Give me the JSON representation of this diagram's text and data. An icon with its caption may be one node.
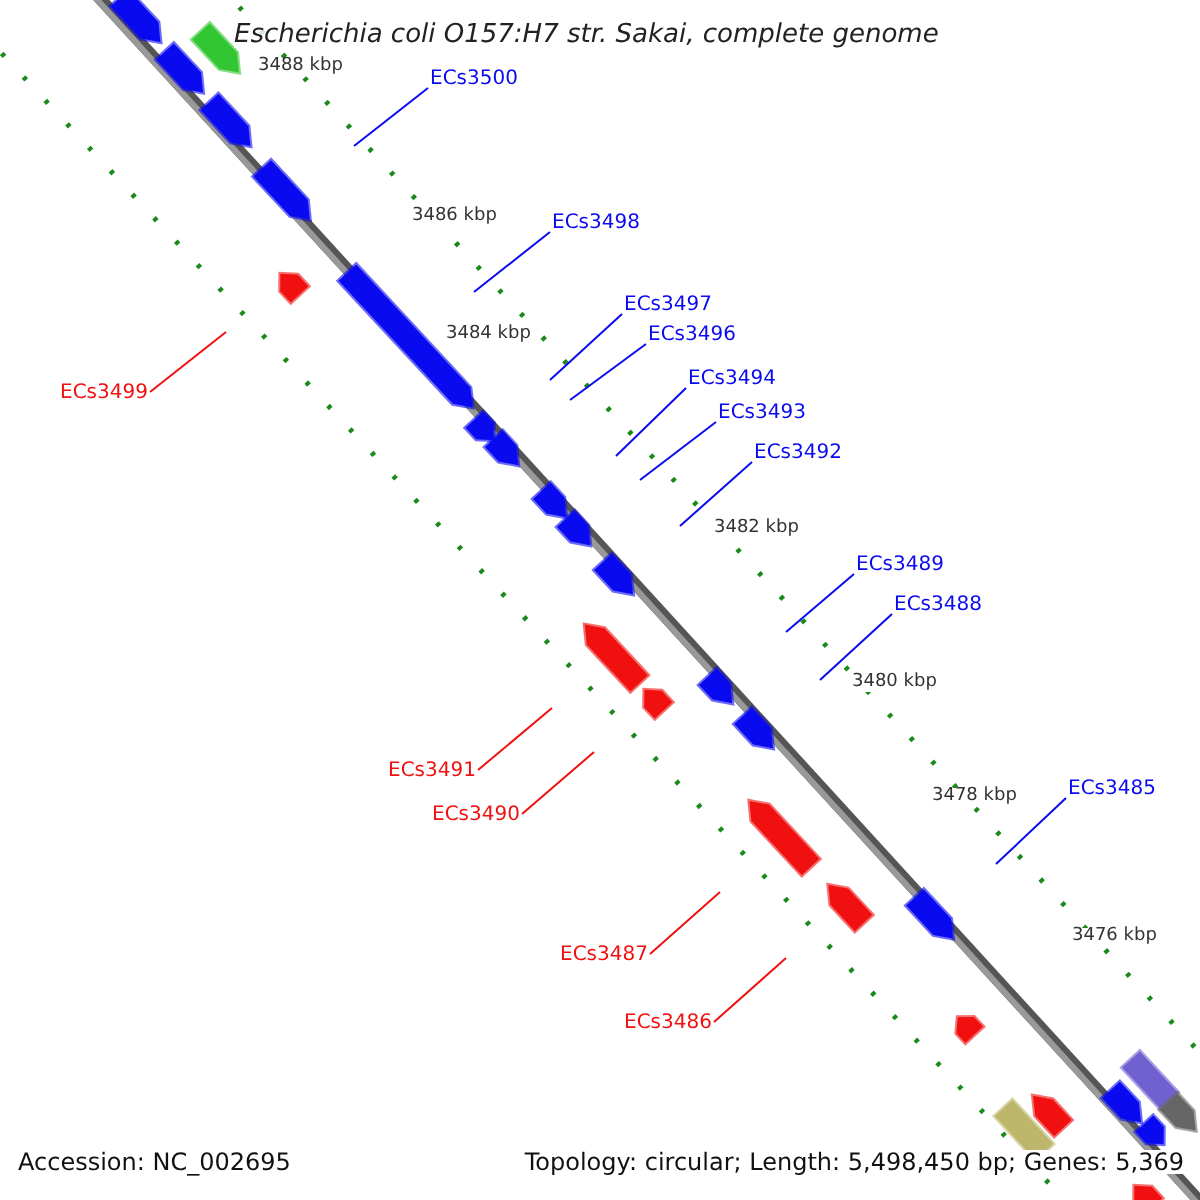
{
  "diagram": {
    "title": "Escherichia coli O157:H7 str. Sakai, complete genome",
    "nodes": [
      {
        "text": [
          "ECs3500"
        ]
      },
      {
        "text": [
          "ECs3498"
        ]
      },
      {
        "text": [
          "ECs3497"
        ]
      },
      {
        "text": [
          "ECs3496"
        ]
      },
      {
        "text": [
          "ECs3494"
        ]
      },
      {
        "text": [
          "ECs3499"
        ]
      },
      {
        "text": [
          "ECs3493"
        ]
      },
      {
        "text": [
          "ECs3492"
        ]
      },
      {
        "text": [
          "ECs3489"
        ]
      },
      {
        "text": [
          "ECs3488"
        ]
      },
      {
        "text": [
          "ECs3491"
        ]
      },
      {
        "text": [
          "ECs3485"
        ]
      },
      {
        "text": [
          "ECs3490"
        ]
      },
      {
        "text": [
          "ECs3487"
        ]
      },
      {
        "text": [
          "ECs3486"
        ]
      }
    ],
    "edges": [
      {
        "from": 0,
        "to": null,
        "arrow": "none"
      },
      {
        "from": 1,
        "to": null,
        "arrow": "none"
      },
      {
        "from": 2,
        "to": null,
        "arrow": "none"
      },
      {
        "from": 3,
        "to": null,
        "arrow": "none"
      },
      {
        "from": 4,
        "to": null,
        "arrow": "none"
      },
      {
        "from": 5,
        "to": null,
        "arrow": "none",
        "color": "#f01010"
      },
      {
        "from": 6,
        "to": null,
        "arrow": "none"
      },
      {
        "from": 7,
        "to": null,
        "arrow": "none"
      },
      {
        "from": 8,
        "to": null,
        "arrow": "none"
      },
      {
        "from": 9,
        "to": null,
        "arrow": "none"
      },
      {
        "from": 10,
        "to": null,
        "arrow": "none",
        "color": "#f01010"
      },
      {
        "from": 11,
        "to": null,
        "arrow": "none"
      },
      {
        "from": 12,
        "to": null,
        "arrow": "none",
        "color": "#f01010"
      },
      {
        "from": 13,
        "to": null,
        "arrow": "none",
        "color": "#f01010"
      },
      {
        "from": 14,
        "to": null,
        "arrow": "none",
        "color": "#f01010"
      }
    ],
    "labels": [
      "3488 kbp",
      "3486 kbp",
      "3484 kbp",
      "3482 kbp",
      "3480 kbp",
      "3478 kbp",
      "3476 kbp",
      "Accession: NC_002695",
      "Topology: circular; Length: 5,498,450 bp; Genes: 5,369"
    ]
  }
}
